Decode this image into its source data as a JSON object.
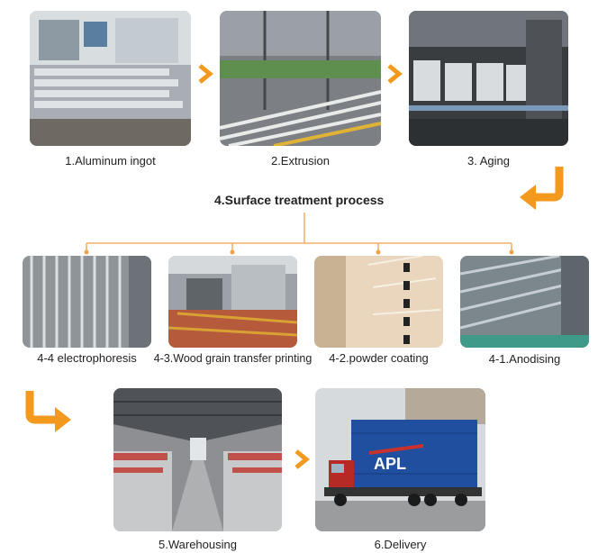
{
  "steps": {
    "s1": "1.Aluminum ingot",
    "s2": "2.Extrusion",
    "s3": "3. Aging",
    "s4": "4.Surface treatment process",
    "s44": "4-4 electrophoresis",
    "s43": "4-3.Wood grain transfer printing",
    "s42": "4-2.powder coating",
    "s41": "4-1.Anodising",
    "s5": "5.Warehousing",
    "s6": "6.Delivery"
  },
  "truck_label": "APL",
  "colors": {
    "accent": "#f39a1e",
    "connector": "#f0a24a"
  },
  "icons": [
    "arrow-right-icon",
    "arrow-down-left-icon",
    "arrow-down-right-icon"
  ]
}
